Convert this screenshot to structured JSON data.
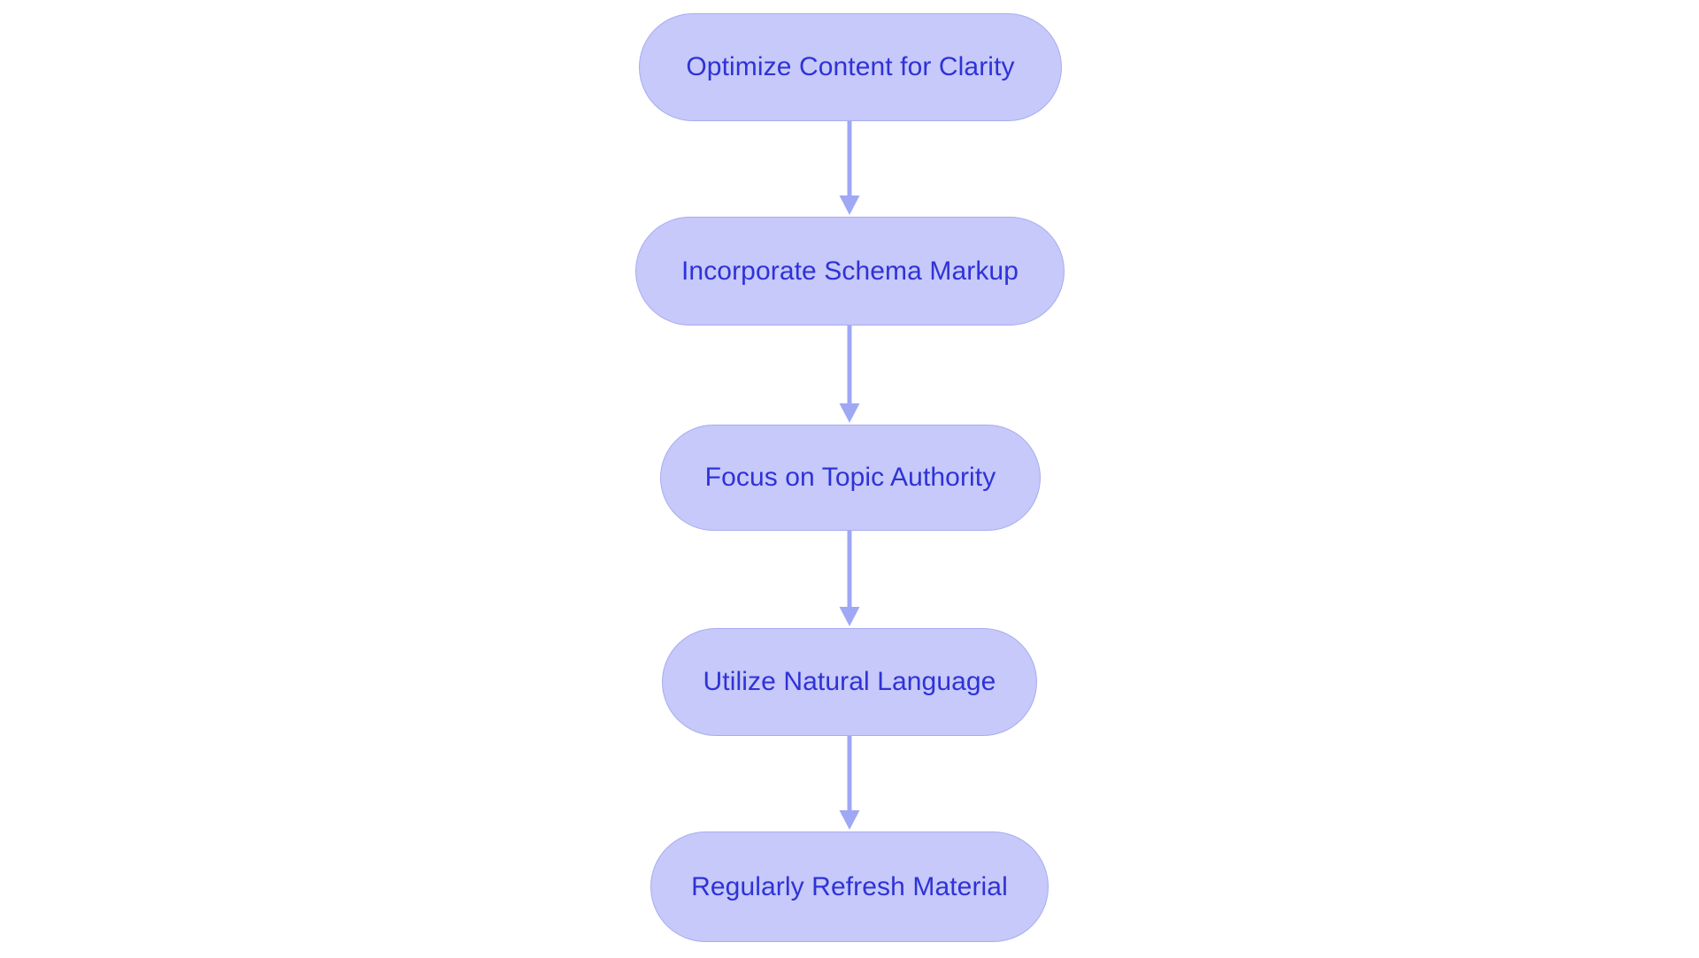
{
  "diagram": {
    "type": "flowchart",
    "orientation": "top-to-bottom",
    "background_color": "#ffffff",
    "node_fill_color": "#c6c9f9",
    "node_border_color": "#a7adf0",
    "node_text_color": "#2f32d6",
    "connector_color": "#9fa8f5",
    "nodes": [
      {
        "id": "node-1",
        "label": "Optimize Content for Clarity"
      },
      {
        "id": "node-2",
        "label": "Incorporate Schema Markup"
      },
      {
        "id": "node-3",
        "label": "Focus on Topic Authority"
      },
      {
        "id": "node-4",
        "label": "Utilize Natural Language"
      },
      {
        "id": "node-5",
        "label": "Regularly Refresh Material"
      }
    ],
    "connectors": [
      {
        "id": "edge-1",
        "from": "node-1",
        "to": "node-2",
        "arrow": "down-arrow"
      },
      {
        "id": "edge-2",
        "from": "node-2",
        "to": "node-3",
        "arrow": "down-arrow"
      },
      {
        "id": "edge-3",
        "from": "node-3",
        "to": "node-4",
        "arrow": "down-arrow"
      },
      {
        "id": "edge-4",
        "from": "node-4",
        "to": "node-5",
        "arrow": "down-arrow"
      }
    ]
  }
}
